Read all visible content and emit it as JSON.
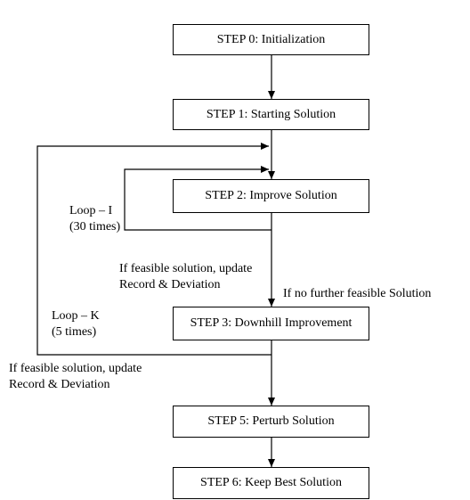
{
  "steps": {
    "s0": "STEP 0: Initialization",
    "s1": "STEP 1: Starting Solution",
    "s2": "STEP 2: Improve Solution",
    "s3": "STEP 3: Downhill Improvement",
    "s5": "STEP 5: Perturb Solution",
    "s6": "STEP 6: Keep Best Solution"
  },
  "labels": {
    "loop_i_name": "Loop – I",
    "loop_i_count": "(30 times)",
    "loop_k_name": "Loop – K",
    "loop_k_count": "(5 times)",
    "feasible_update_1_line1": "If feasible solution, update",
    "feasible_update_1_line2": "Record & Deviation",
    "no_further_feasible": "If no further feasible Solution",
    "feasible_update_2_line1": "If feasible solution, update",
    "feasible_update_2_line2": "Record & Deviation"
  }
}
